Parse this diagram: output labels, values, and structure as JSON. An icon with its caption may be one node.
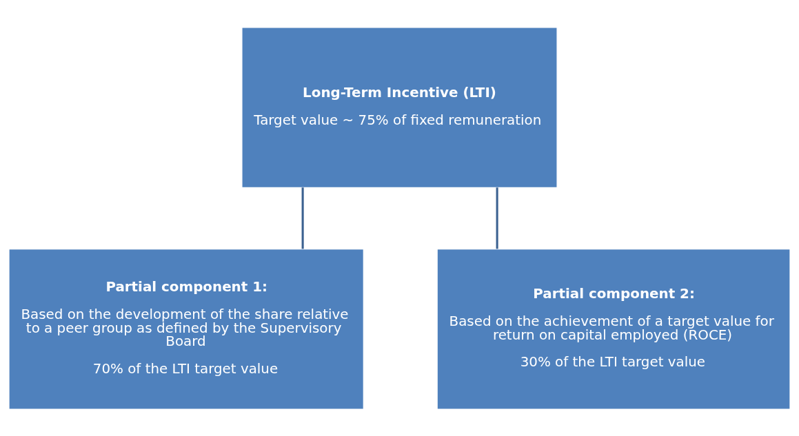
{
  "diagram": {
    "nodes": [
      {
        "text": [
          "Long-Term Incentive (LTI)",
          "Target value ~ 75% of fixed remuneration"
        ]
      },
      {
        "text": [
          "Partial component 1:",
          "Based on the development of the share relative to a peer group as defined by the Supervisory Board",
          "70% of the LTI target value"
        ]
      },
      {
        "text": [
          "Partial component 2:",
          "Based on the achievement of a target value for return on capital employed (ROCE)",
          "30% of the LTI target value"
        ]
      }
    ],
    "edges": [
      {
        "from": 0,
        "to": 1,
        "arrow": "none"
      },
      {
        "from": 0,
        "to": 2,
        "arrow": "none"
      }
    ]
  }
}
